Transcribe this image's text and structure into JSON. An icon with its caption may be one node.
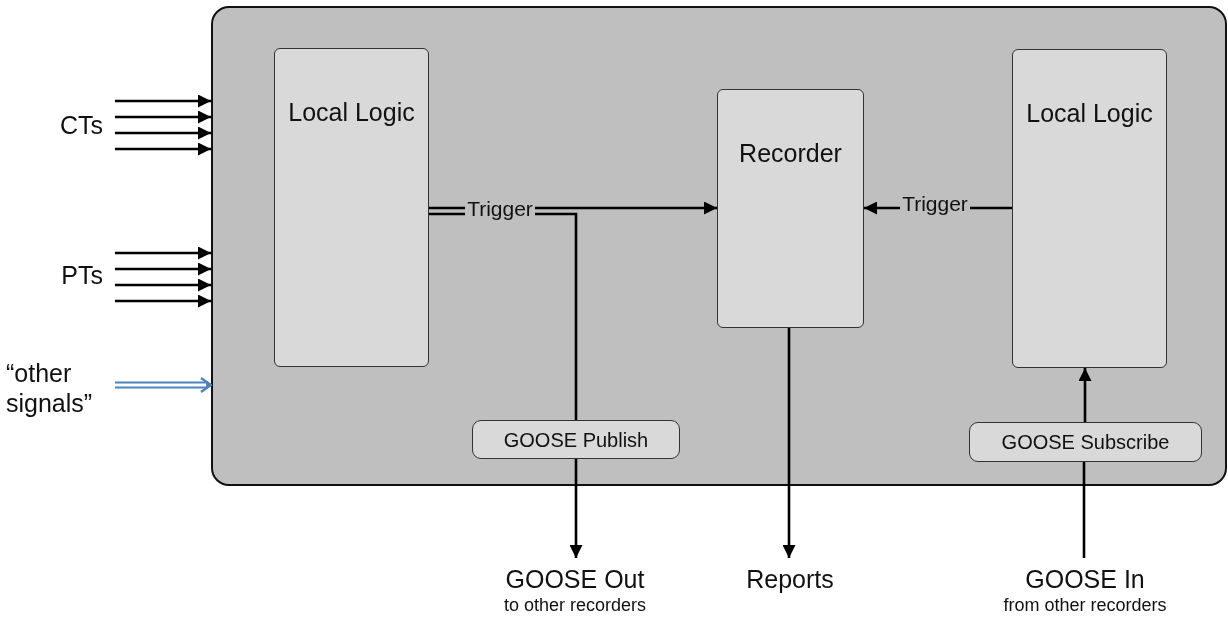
{
  "diagram": {
    "nodes": [
      {
        "text": [],
        "shape": "box"
      },
      {
        "text": [
          "Local Logic"
        ],
        "in": 0
      },
      {
        "text": [
          "Recorder"
        ],
        "in": 0
      },
      {
        "text": [
          "Local Logic"
        ],
        "in": 0
      },
      {
        "text": [
          "GOOSE Publish"
        ],
        "in": 0
      },
      {
        "text": [
          "GOOSE Subscribe"
        ],
        "in": 0
      },
      {
        "text": [
          "CTs"
        ]
      },
      {
        "text": [
          "PTs"
        ]
      },
      {
        "text": [
          "“other signals”"
        ]
      },
      {
        "text": [
          "GOOSE Out",
          "to other recorders"
        ]
      },
      {
        "text": [
          "Reports"
        ]
      },
      {
        "text": [
          "GOOSE In",
          "from other recorders"
        ]
      }
    ],
    "edges": [
      {
        "from": 6,
        "to": 0,
        "arrow": "to"
      },
      {
        "from": 6,
        "to": 0,
        "arrow": "to"
      },
      {
        "from": 6,
        "to": 0,
        "arrow": "to"
      },
      {
        "from": 6,
        "to": 0,
        "arrow": "to"
      },
      {
        "from": 7,
        "to": 0,
        "arrow": "to"
      },
      {
        "from": 7,
        "to": 0,
        "arrow": "to"
      },
      {
        "from": 7,
        "to": 0,
        "arrow": "to"
      },
      {
        "from": 7,
        "to": 0,
        "arrow": "to"
      },
      {
        "from": 8,
        "to": 0,
        "arrow": "to",
        "color": "#4f81bd"
      },
      {
        "from": 1,
        "to": 2,
        "arrow": "to",
        "label": "Trigger"
      },
      {
        "from": 1,
        "to": 4,
        "arrow": "none"
      },
      {
        "from": 4,
        "to": 9,
        "arrow": "to"
      },
      {
        "from": 2,
        "to": 10,
        "arrow": "to"
      },
      {
        "from": 3,
        "to": 2,
        "arrow": "to",
        "label": "Trigger"
      },
      {
        "from": 11,
        "to": 5,
        "arrow": "none"
      },
      {
        "from": 5,
        "to": 3,
        "arrow": "to"
      }
    ]
  }
}
